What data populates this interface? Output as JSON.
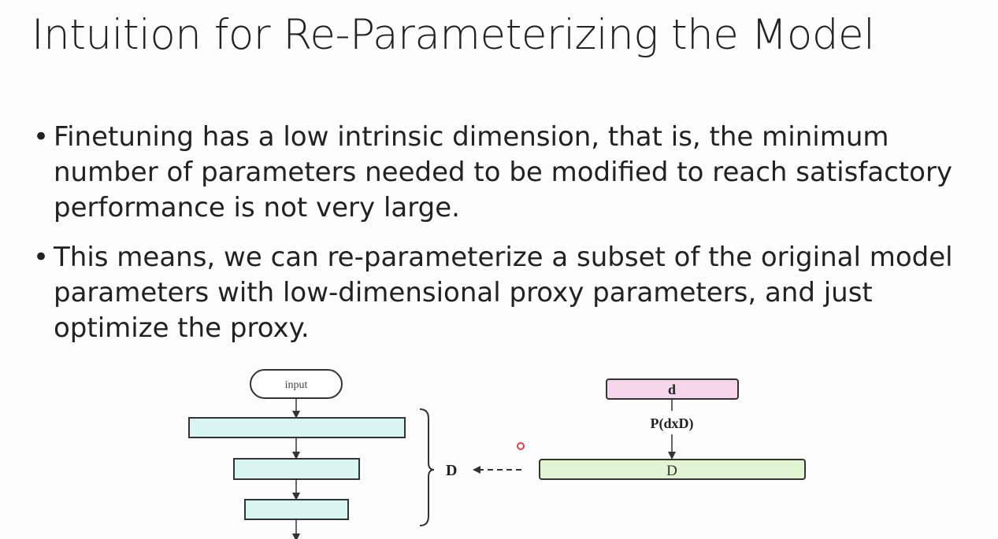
{
  "slide": {
    "title": "Intuition for Re-Parameterizing the Model",
    "bullets": [
      "Finetuning has a low intrinsic dimension, that is, the minimum number of parameters needed to be modified to reach satisfactory performance is not very large.",
      "This means, we can re-parameterize a subset of the original model parameters with low-dimensional proxy parameters, and just optimize the proxy."
    ],
    "bullet_symbol": "•"
  },
  "diagram": {
    "input_label": "input",
    "brace_label": "D",
    "proxy_label": "d",
    "projection_label": "P(dxD)",
    "full_label": "D",
    "colors": {
      "layer": "#d9f5f2",
      "proxy": "#f5d5ea",
      "full": "#e2f5d2",
      "pointer": "#e0404a"
    }
  }
}
